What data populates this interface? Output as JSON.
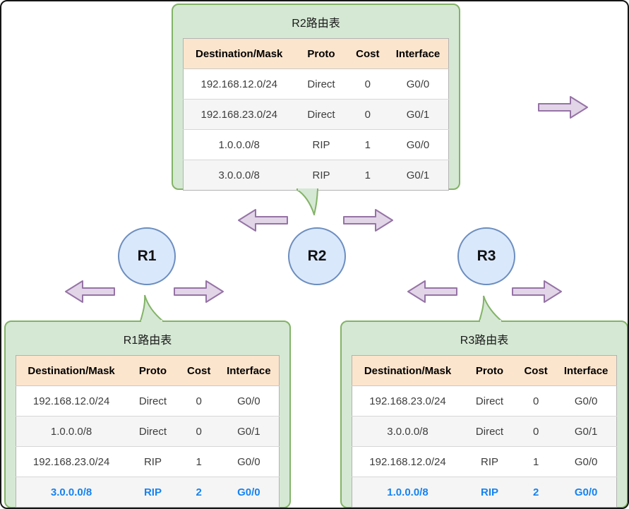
{
  "columns": [
    "Destination/Mask",
    "Proto",
    "Cost",
    "Interface"
  ],
  "tables": {
    "r2": {
      "title": "R2路由表",
      "rows": [
        {
          "cells": [
            "192.168.12.0/24",
            "Direct",
            "0",
            "G0/0"
          ],
          "highlight": false
        },
        {
          "cells": [
            "192.168.23.0/24",
            "Direct",
            "0",
            "G0/1"
          ],
          "highlight": false
        },
        {
          "cells": [
            "1.0.0.0/8",
            "RIP",
            "1",
            "G0/0"
          ],
          "highlight": false
        },
        {
          "cells": [
            "3.0.0.0/8",
            "RIP",
            "1",
            "G0/1"
          ],
          "highlight": false
        }
      ]
    },
    "r1": {
      "title": "R1路由表",
      "rows": [
        {
          "cells": [
            "192.168.12.0/24",
            "Direct",
            "0",
            "G0/0"
          ],
          "highlight": false
        },
        {
          "cells": [
            "1.0.0.0/8",
            "Direct",
            "0",
            "G0/1"
          ],
          "highlight": false
        },
        {
          "cells": [
            "192.168.23.0/24",
            "RIP",
            "1",
            "G0/0"
          ],
          "highlight": false
        },
        {
          "cells": [
            "3.0.0.0/8",
            "RIP",
            "2",
            "G0/0"
          ],
          "highlight": true
        }
      ]
    },
    "r3": {
      "title": "R3路由表",
      "rows": [
        {
          "cells": [
            "192.168.23.0/24",
            "Direct",
            "0",
            "G0/0"
          ],
          "highlight": false
        },
        {
          "cells": [
            "3.0.0.0/8",
            "Direct",
            "0",
            "G0/1"
          ],
          "highlight": false
        },
        {
          "cells": [
            "192.168.12.0/24",
            "RIP",
            "1",
            "G0/0"
          ],
          "highlight": false
        },
        {
          "cells": [
            "1.0.0.0/8",
            "RIP",
            "2",
            "G0/0"
          ],
          "highlight": true
        }
      ]
    }
  },
  "routers": [
    {
      "id": "r1",
      "label": "R1"
    },
    {
      "id": "r2",
      "label": "R2"
    },
    {
      "id": "r3",
      "label": "R3"
    }
  ],
  "arrows": [
    {
      "id": "arrow-top-right",
      "direction": "right"
    },
    {
      "id": "arrow-r2-left",
      "direction": "left"
    },
    {
      "id": "arrow-r2-right",
      "direction": "right"
    },
    {
      "id": "arrow-r1-left",
      "direction": "left"
    },
    {
      "id": "arrow-r1-right",
      "direction": "right"
    },
    {
      "id": "arrow-r3-left",
      "direction": "left"
    },
    {
      "id": "arrow-r3-right",
      "direction": "right"
    }
  ],
  "colors": {
    "callout_fill": "#d5e8d4",
    "callout_border": "#82b366",
    "router_fill": "#dae8fc",
    "router_border": "#6c8ebf",
    "arrow_fill": "#e1d5e7",
    "arrow_border": "#9673a6",
    "table_header_bg": "#fce5cd",
    "table_alt_row_bg": "#f5f5f5",
    "highlight_text": "#1583f0"
  }
}
